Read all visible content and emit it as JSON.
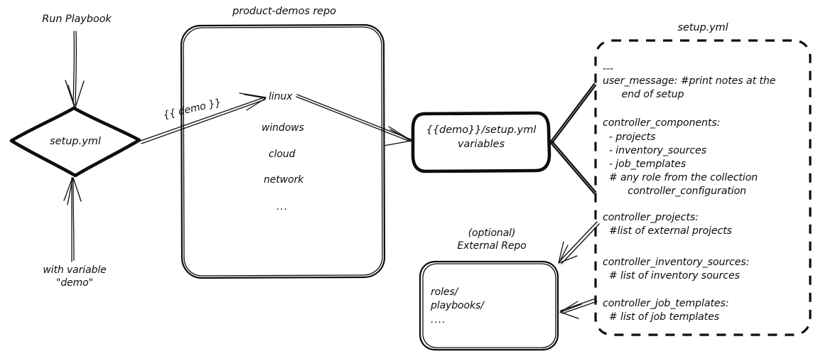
{
  "diagram": {
    "title_hidden": "",
    "ink_color": "#0d0d0d",
    "background": "#ffffff"
  },
  "labels": {
    "run_playbook": "Run Playbook",
    "with_variable": "with variable\n\"demo\"",
    "demo_var_arrow": "{{ demo }}",
    "repo_title": "product-demos repo",
    "setup_yml_title": "setup.yml",
    "external_repo_title": "(optional)\nExternal Repo"
  },
  "nodes": {
    "start_diamond": {
      "label": "setup.yml",
      "shape": "diamond"
    },
    "repo_box": {
      "title": "product-demos repo",
      "shape": "rounded-rect",
      "items": [
        "linux",
        "windows",
        "cloud",
        "network",
        "..."
      ]
    },
    "variables_box": {
      "label": "{{demo}}/setup.yml\nvariables",
      "line1": "{{demo}}/setup.yml",
      "line2": "variables",
      "shape": "rounded-rect"
    },
    "external_repo_box": {
      "title": "(optional)\nExternal Repo",
      "shape": "rounded-rect",
      "lines": [
        "roles/",
        "playbooks/",
        "...."
      ]
    },
    "setup_yml_box": {
      "title": "setup.yml",
      "shape": "dashed-rounded-rect",
      "content_lines": [
        "---",
        "user_message: #print notes at the",
        "      end of setup",
        "",
        "controller_components:",
        "  - projects",
        "  - inventory_sources",
        "  - job_templates",
        "  # any role from the collection",
        "        controller_configuration",
        "",
        "controller_projects:",
        "  #list of external projects",
        "",
        "controller_inventory_sources:",
        "  # list of inventory sources",
        "",
        "controller_job_templates:",
        "  # list of job templates"
      ]
    }
  },
  "edges": [
    {
      "name": "run-playbook-to-setup",
      "from": "Run Playbook",
      "to": "setup.yml",
      "label": ""
    },
    {
      "name": "with-variable-to-setup",
      "from": "with variable \"demo\"",
      "to": "setup.yml",
      "label": ""
    },
    {
      "name": "setup-to-repo-linux",
      "from": "setup.yml",
      "to": "linux",
      "label": "{{ demo }}"
    },
    {
      "name": "linux-to-variables",
      "from": "linux",
      "to": "{{demo}}/setup.yml variables",
      "label": ""
    },
    {
      "name": "setupyml-top-to-variables",
      "from": "setup.yml (file)",
      "to": "{{demo}}/setup.yml variables",
      "label": ""
    },
    {
      "name": "setupyml-bottom-to-variables",
      "from": "setup.yml (file)",
      "to": "{{demo}}/setup.yml variables",
      "label": ""
    },
    {
      "name": "controller-projects-to-external-repo",
      "from": "controller_projects",
      "to": "External Repo",
      "label": ""
    },
    {
      "name": "controller-job-templates-to-external-repo",
      "from": "controller_job_templates",
      "to": "External Repo",
      "label": ""
    }
  ]
}
